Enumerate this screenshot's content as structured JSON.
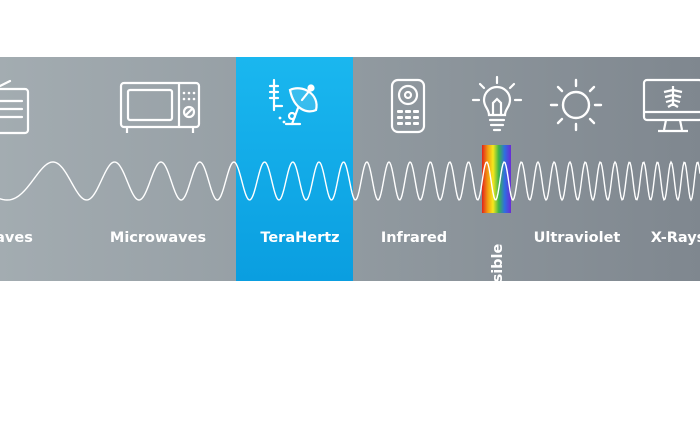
{
  "spectrum": {
    "bands": [
      {
        "label": "aves",
        "icon": "radio-icon"
      },
      {
        "label": "Microwaves",
        "icon": "microwave-oven-icon"
      },
      {
        "label": "TeraHertz",
        "icon": "satellite-dish-icon",
        "highlighted": true
      },
      {
        "label": "Infrared",
        "icon": "remote-control-icon"
      },
      {
        "label": "Visible",
        "icon": "light-bulb-icon"
      },
      {
        "label": "Ultraviolet",
        "icon": "sun-icon"
      },
      {
        "label": "X-Rays",
        "icon": "xray-monitor-icon"
      }
    ],
    "colors": {
      "band_left": "#a3acb1",
      "band_right": "#7f878f",
      "highlight": "#0aa6e6",
      "text": "#ffffff"
    }
  }
}
